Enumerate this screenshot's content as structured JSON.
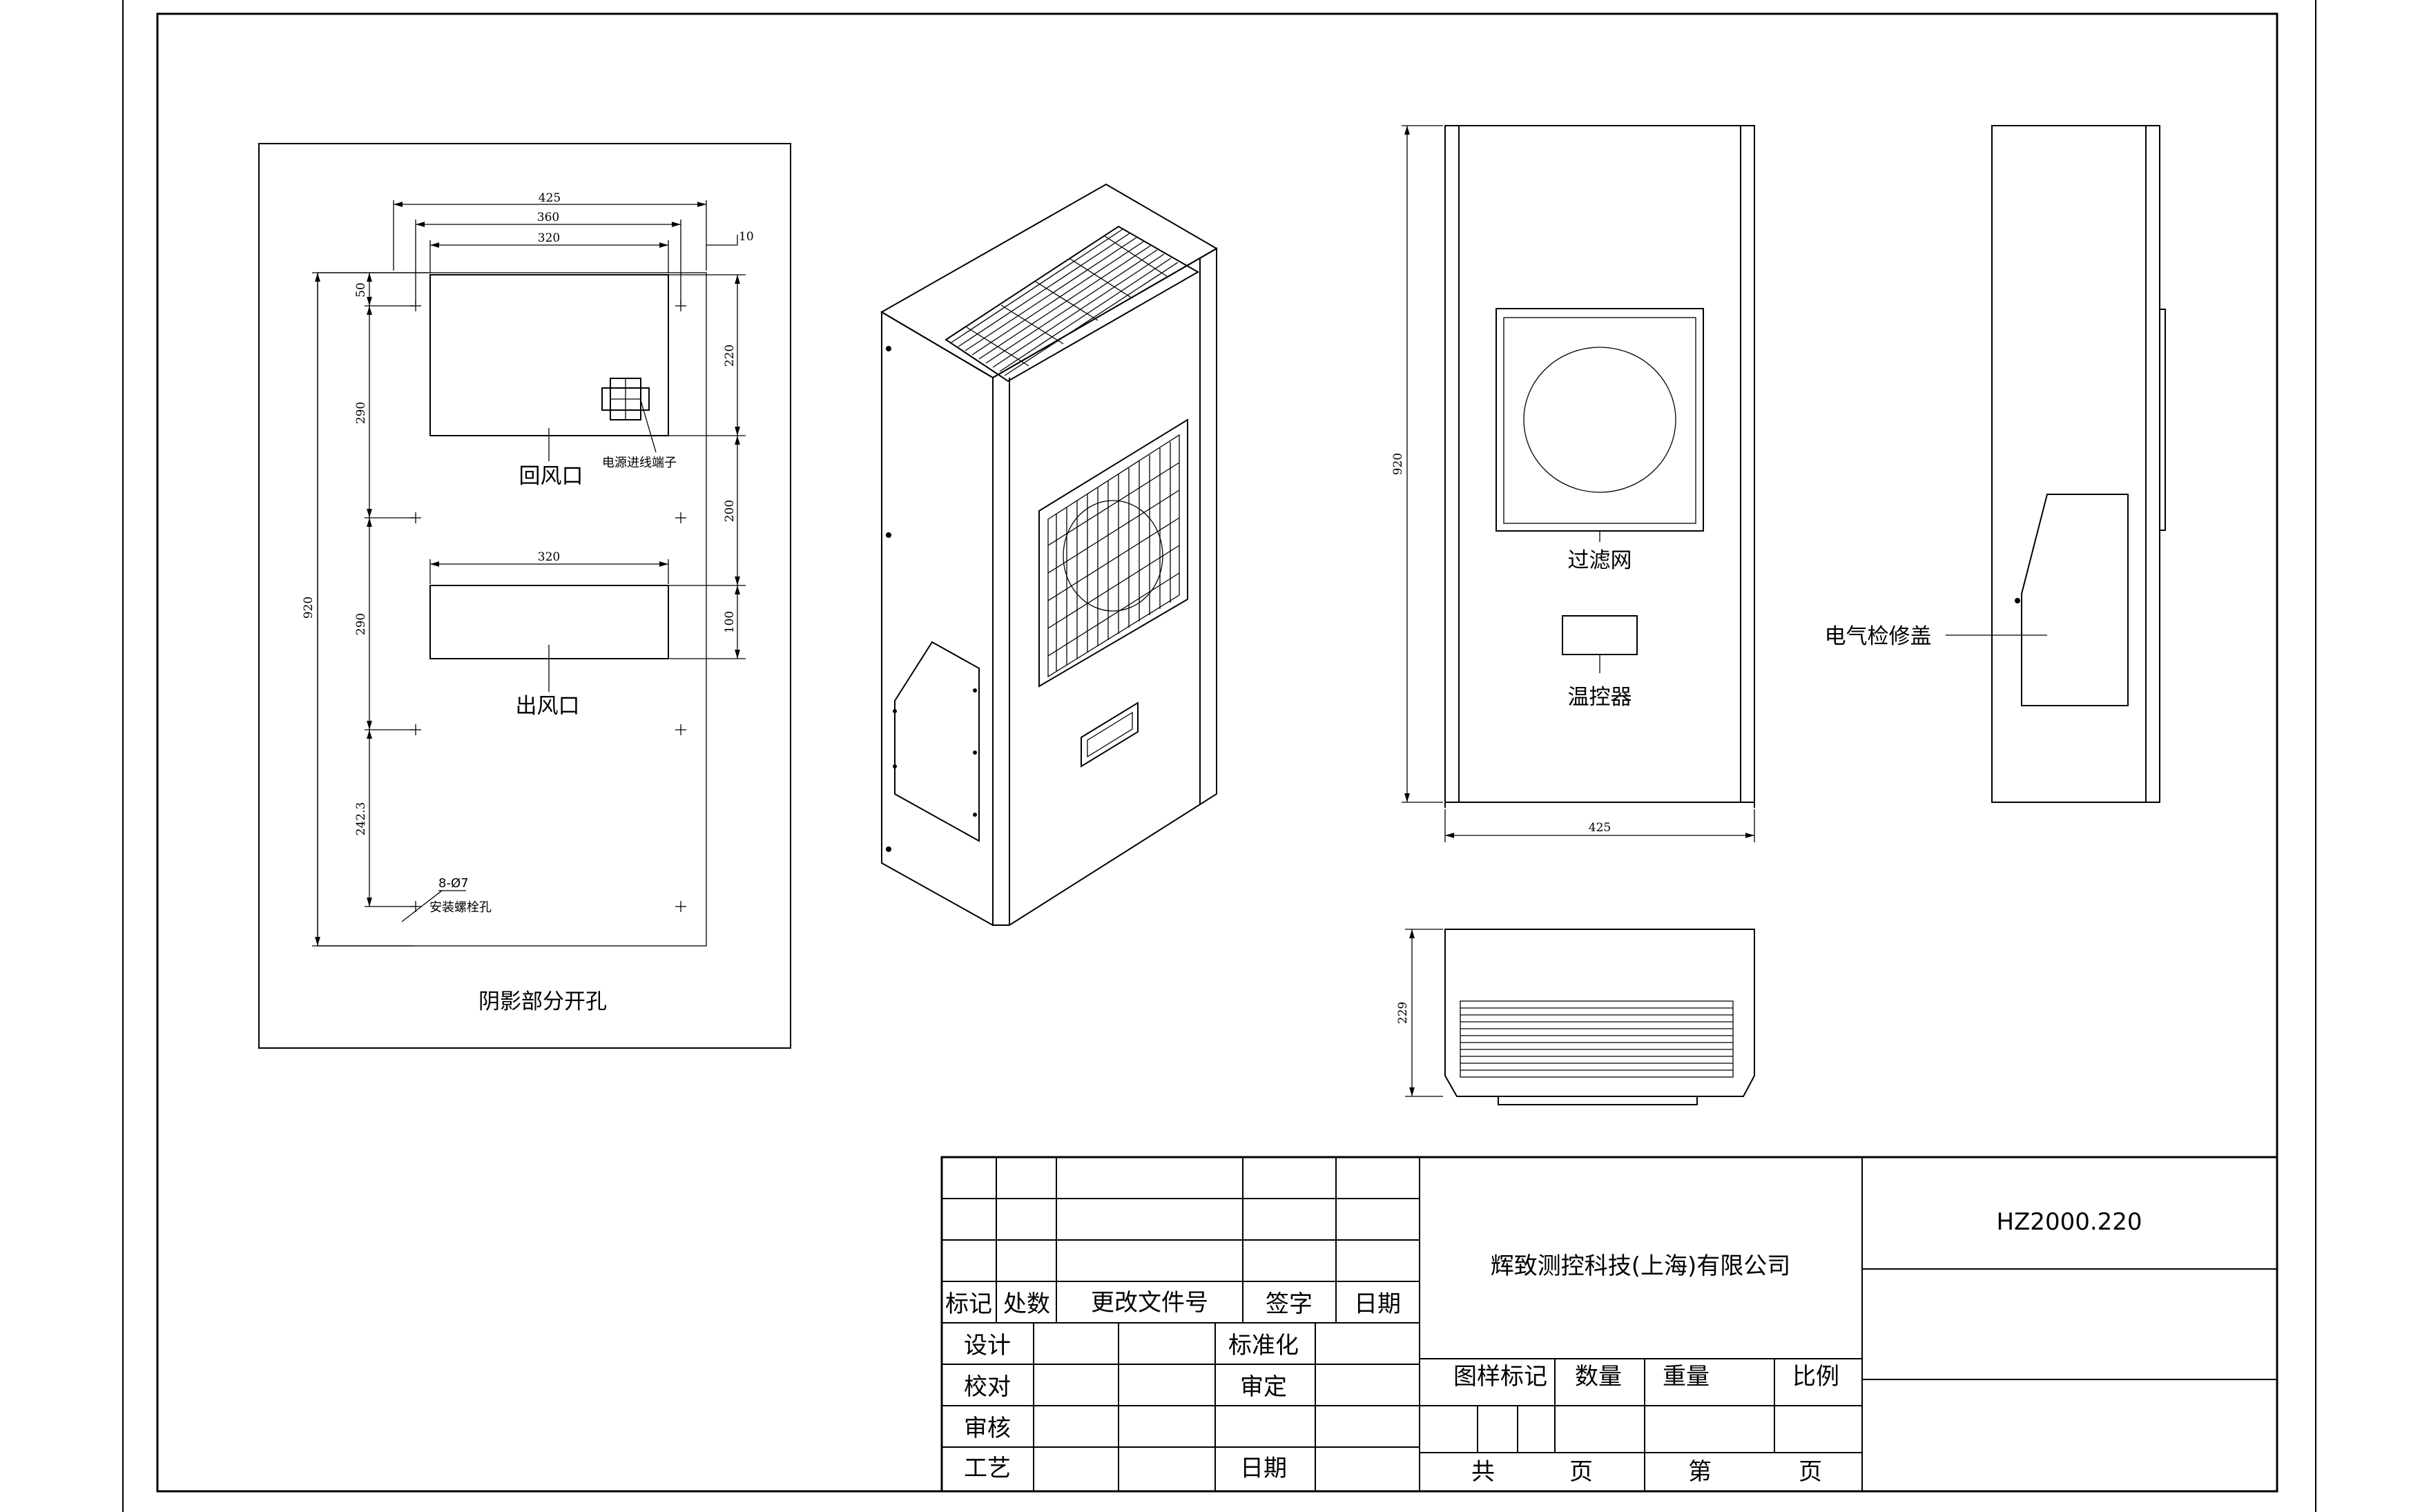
{
  "cutout_view": {
    "caption": "阴影部分开孔",
    "return_air_label": "回风口",
    "outlet_label": "出风口",
    "terminal_label": "电源进线端子",
    "bolt_hole_label": "安装螺栓孔",
    "bolt_hole_spec": "8-Ø7",
    "dims": {
      "overall_width": "425",
      "hole_span": "360",
      "upper_cutout_width": "320",
      "lower_cutout_width": "320",
      "side_offset": "10",
      "top_offset": "50",
      "upper_cutout_height": "220",
      "gap_height": "200",
      "lower_cutout_height": "100",
      "hole_pitch_1": "290",
      "hole_pitch_2": "290",
      "hole_pitch_3": "242.3",
      "overall_height": "920"
    }
  },
  "front_view": {
    "filter_label": "过滤网",
    "thermostat_label": "温控器",
    "height_dim": "920",
    "width_dim": "425"
  },
  "side_view": {
    "cover_label": "电气检修盖"
  },
  "top_view": {
    "depth_dim": "229"
  },
  "title_block": {
    "company": "辉致测控科技(上海)有限公司",
    "drawing_number": "HZ2000.220",
    "revision_headers": [
      "标记",
      "处数",
      "更改文件号",
      "签字",
      "日期"
    ],
    "design": "设计",
    "check": "校对",
    "review": "审核",
    "process": "工艺",
    "standardization": "标准化",
    "approve": "审定",
    "date": "日期",
    "attr_headers": [
      "图样标记",
      "数量",
      "重量",
      "比例"
    ],
    "total_label": "共",
    "page_label": "页",
    "sheet_label": "第",
    "page_label_2": "页"
  }
}
